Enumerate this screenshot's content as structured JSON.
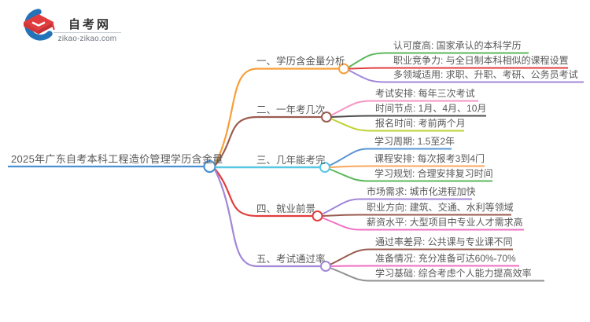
{
  "logo": {
    "title": "自考网",
    "domain": "zikao-zikao.com",
    "icon": "graduation-cap-in-blue-crescent",
    "icon_colors": {
      "crescent": "#2472b8",
      "cap": "#e13b3d",
      "cap_shadow": "#c53134"
    }
  },
  "mindmap": {
    "text_color": "#595959",
    "root": {
      "label": "2025年广东自考本科工程造价管理学历含金量",
      "color": "#4a90d2"
    },
    "branches": [
      {
        "label": "一、学历含金量分析",
        "color": "#f89e38",
        "leaves": [
          {
            "label": "认可度高: 国家承认的本科学历",
            "color": "#5cb85c"
          },
          {
            "label": "职业竞争力: 与全日制本科相似的课程设置",
            "color": "#e23d3d"
          },
          {
            "label": "多领域适用: 求职、升职、考研、公务员考试",
            "color": "#a287d8"
          }
        ]
      },
      {
        "label": "二、一年考几次",
        "color": "#9a5b50",
        "leaves": [
          {
            "label": "考试安排: 每年三次考试",
            "color": "#f793c6"
          },
          {
            "label": "时间节点: 1月、4月、10月",
            "color": "#4d4d4d"
          },
          {
            "label": "报名时间: 考前两个月",
            "color": "#bdd331"
          }
        ]
      },
      {
        "label": "三、几年能考完",
        "color": "#57c7e3",
        "leaves": [
          {
            "label": "学习周期: 1.5至2年",
            "color": "#5b96d6"
          },
          {
            "label": "课程安排: 每次报考3到4门",
            "color": "#f9a85c"
          },
          {
            "label": "学习规划: 合理安排复习时间",
            "color": "#5cb85c"
          }
        ]
      },
      {
        "label": "四、就业前景",
        "color": "#e23d3d",
        "leaves": [
          {
            "label": "市场需求: 城市化进程加快",
            "color": "#a287d8"
          },
          {
            "label": "职业方向: 建筑、交通、水利等领域",
            "color": "#9a5b50"
          },
          {
            "label": "薪资水平: 大型项目中专业人才需求高",
            "color": "#ef6fc3"
          }
        ]
      },
      {
        "label": "五、考试通过率",
        "color": "#a287d8",
        "leaves": [
          {
            "label": "通过率差异: 公共课与专业课不同",
            "color": "#9a5b50"
          },
          {
            "label": "准备情况: 充分准备可达60%-70%",
            "color": "#ef6fc3"
          },
          {
            "label": "学习基础: 综合考虑个人能力提高效率",
            "color": "#909090"
          }
        ]
      }
    ]
  }
}
